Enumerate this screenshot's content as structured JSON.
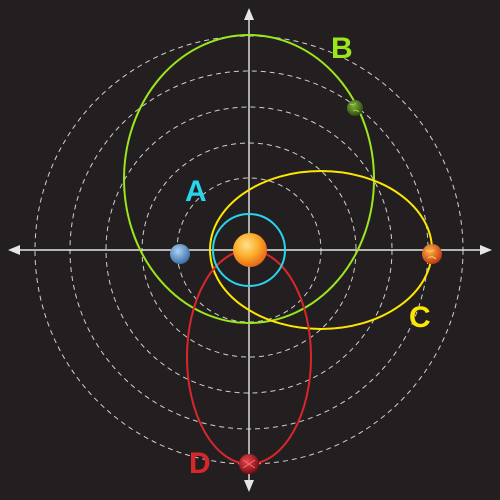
{
  "diagram": {
    "background": "#231f20",
    "axis_color": "#e6e6e6",
    "ring_color": "#cfcfcf",
    "sun": {
      "name": "sun",
      "color": "#f7941d"
    },
    "orbits": [
      {
        "label": "A",
        "color": "#29d4ec",
        "planet_color": "#5b9bd5"
      },
      {
        "label": "B",
        "color": "#9be61c",
        "planet_color": "#4e7d1c"
      },
      {
        "label": "C",
        "color": "#ffe600",
        "planet_color": "#e2631b"
      },
      {
        "label": "D",
        "color": "#d9262a",
        "planet_color": "#b3151d"
      }
    ]
  }
}
